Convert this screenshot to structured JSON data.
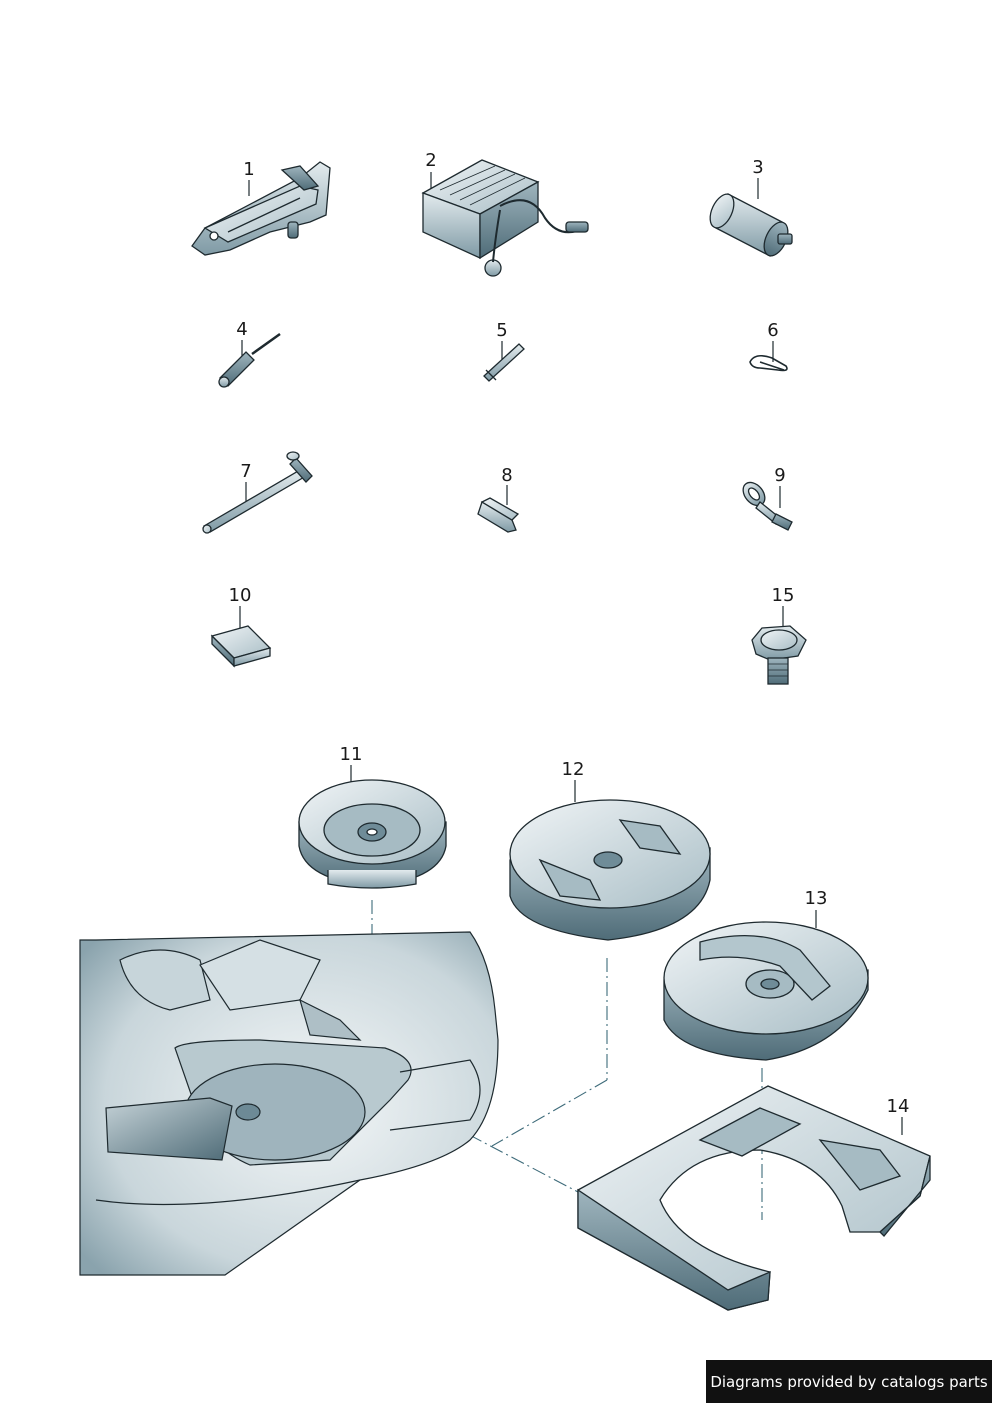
{
  "callouts": {
    "c1": "1",
    "c2": "2",
    "c3": "3",
    "c4": "4",
    "c5": "5",
    "c6": "6",
    "c7": "7",
    "c8": "8",
    "c9": "9",
    "c10": "10",
    "c11": "11",
    "c12": "12",
    "c13": "13",
    "c14": "14",
    "c15": "15"
  },
  "credit": "Diagrams provided by catalogs parts",
  "colors": {
    "part_fill": "#cfdbe0",
    "part_shade": "#8fa9b3",
    "part_dark": "#5e7c88",
    "outline": "#1e2a2f",
    "background": "#ffffff"
  }
}
